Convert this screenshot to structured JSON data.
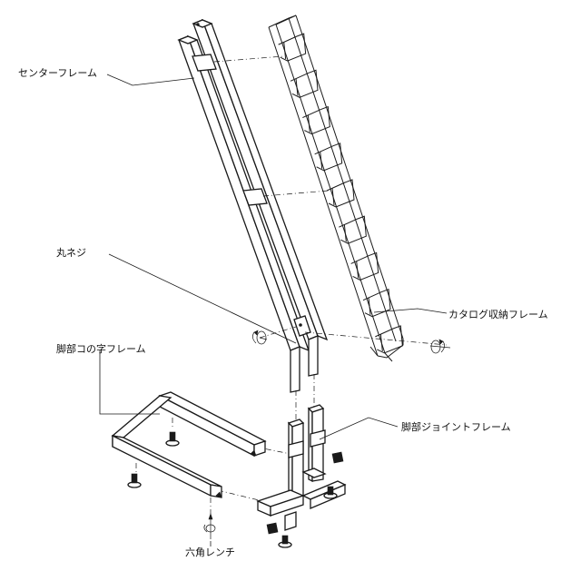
{
  "labels": {
    "center_frame": "センターフレーム",
    "round_screw": "丸ネジ",
    "catalog_frame": "カタログ収納フレーム",
    "leg_c_frame": "脚部コの字フレーム",
    "leg_joint_frame": "脚部ジョイントフレーム",
    "hex_wrench": "六角レンチ"
  },
  "colors": {
    "line": "#1a1a1a",
    "background": "#ffffff"
  }
}
